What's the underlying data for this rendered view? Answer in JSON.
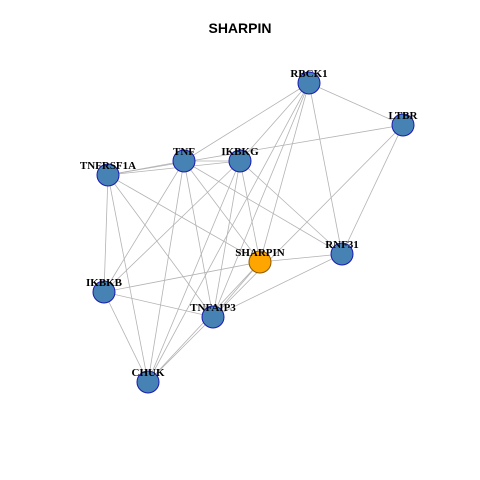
{
  "title": "SHARPIN",
  "colors": {
    "node_fill": "#4682B4",
    "node_stroke": "#1a1ab0",
    "center_fill": "#FFA500",
    "center_stroke": "#8a5a00",
    "edge": "#b3b3b3"
  },
  "center_node": "SHARPIN",
  "nodes": [
    "RBCK1",
    "LTBR",
    "TNFRSF1A",
    "TNF",
    "IKBKG",
    "SHARPIN",
    "RNF31",
    "IKBKB",
    "TNFAIP3",
    "CHUK"
  ],
  "edges": [
    [
      "RBCK1",
      "LTBR"
    ],
    [
      "RBCK1",
      "TNF"
    ],
    [
      "RBCK1",
      "IKBKG"
    ],
    [
      "RBCK1",
      "SHARPIN"
    ],
    [
      "RBCK1",
      "RNF31"
    ],
    [
      "RBCK1",
      "TNFAIP3"
    ],
    [
      "RBCK1",
      "CHUK"
    ],
    [
      "LTBR",
      "TNFRSF1A"
    ],
    [
      "LTBR",
      "RNF31"
    ],
    [
      "LTBR",
      "TNFAIP3"
    ],
    [
      "TNFRSF1A",
      "TNF"
    ],
    [
      "TNFRSF1A",
      "IKBKG"
    ],
    [
      "TNFRSF1A",
      "SHARPIN"
    ],
    [
      "TNFRSF1A",
      "IKBKB"
    ],
    [
      "TNFRSF1A",
      "TNFAIP3"
    ],
    [
      "TNFRSF1A",
      "CHUK"
    ],
    [
      "TNF",
      "IKBKG"
    ],
    [
      "TNF",
      "RNF31"
    ],
    [
      "TNF",
      "IKBKB"
    ],
    [
      "TNF",
      "TNFAIP3"
    ],
    [
      "TNF",
      "CHUK"
    ],
    [
      "TNF",
      "SHARPIN"
    ],
    [
      "IKBKG",
      "RNF31"
    ],
    [
      "IKBKG",
      "IKBKB"
    ],
    [
      "IKBKG",
      "TNFAIP3"
    ],
    [
      "IKBKG",
      "CHUK"
    ],
    [
      "IKBKG",
      "SHARPIN"
    ],
    [
      "SHARPIN",
      "RNF31"
    ],
    [
      "SHARPIN",
      "IKBKB"
    ],
    [
      "SHARPIN",
      "TNFAIP3"
    ],
    [
      "SHARPIN",
      "CHUK"
    ],
    [
      "RNF31",
      "TNFAIP3"
    ],
    [
      "IKBKB",
      "TNFAIP3"
    ],
    [
      "IKBKB",
      "CHUK"
    ],
    [
      "TNFAIP3",
      "CHUK"
    ]
  ]
}
